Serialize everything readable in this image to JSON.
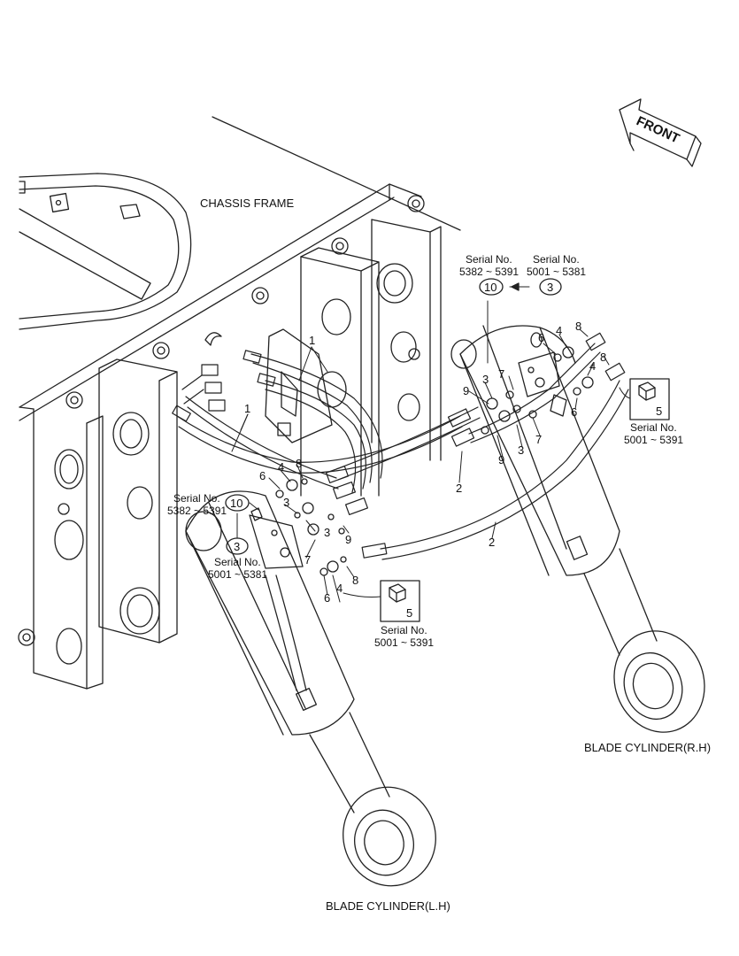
{
  "captions": {
    "chassis_frame": "CHASSIS FRAME",
    "blade_cylinder_rh": "BLADE CYLINDER(R.H)",
    "blade_cylinder_lh": "BLADE CYLINDER(L.H)",
    "front": "FRONT"
  },
  "serial": {
    "serial_no": "Serial No.",
    "range_a": "5382 ~ 5391",
    "range_b": "5001 ~ 5381",
    "range_c": "5001 ~ 5391"
  },
  "callouts": {
    "p1": "1",
    "p2": "2",
    "p3": "3",
    "p4": "4",
    "p5": "5",
    "p6": "6",
    "p7": "7",
    "p8": "8",
    "p9": "9",
    "p10": "10"
  }
}
